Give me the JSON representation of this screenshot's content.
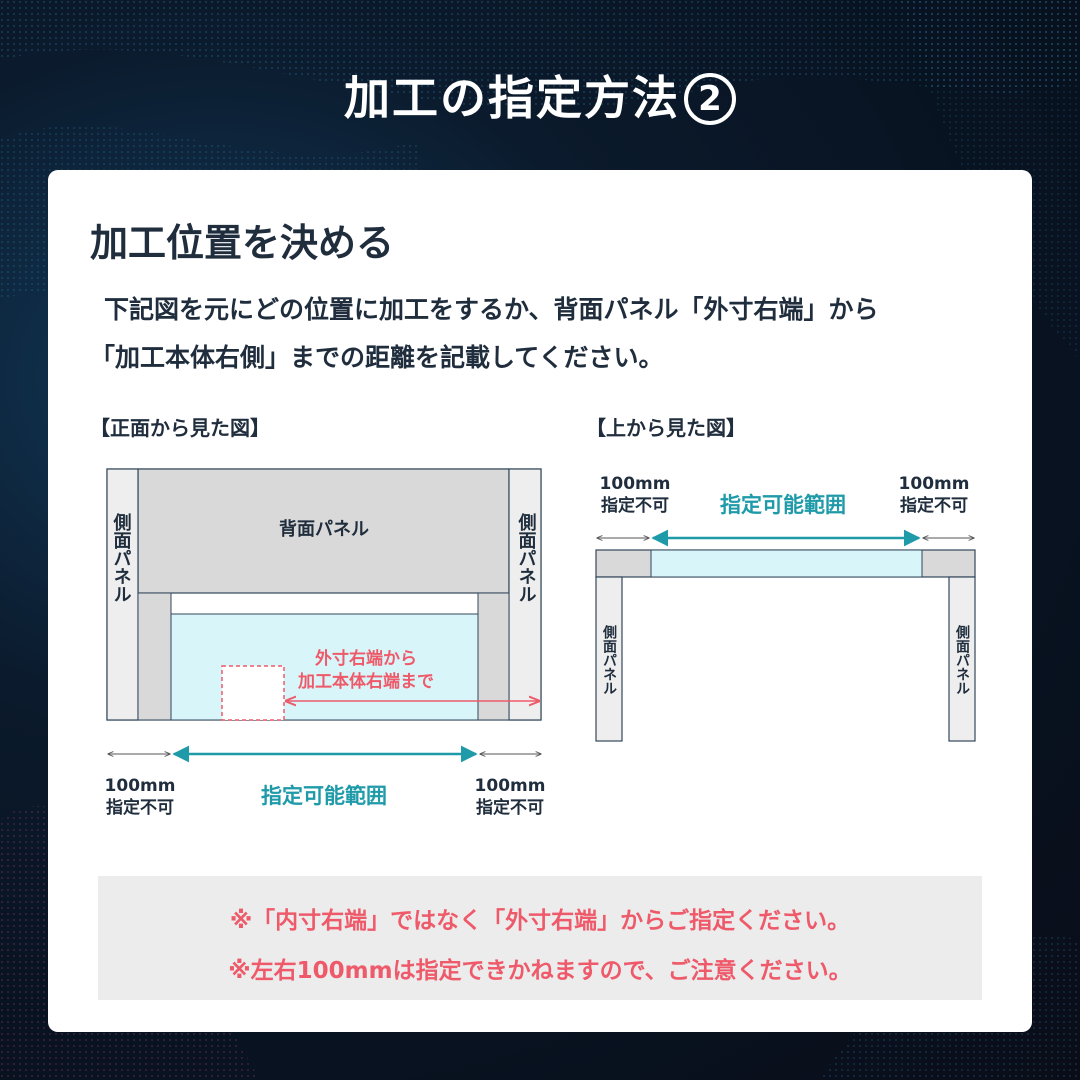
{
  "title": "加工の指定方法",
  "title_number": "2",
  "section_title": "加工位置を決める",
  "description": [
    "下記図を元にどの位置に加工をするか、背面パネル「外寸右端」から",
    "「加工本体右側」までの距離を記載してください。"
  ],
  "front_view": {
    "label": "【正面から見た図】",
    "back_panel": "背面パネル",
    "side_panel": "側面パネル",
    "annotation": [
      "外寸右端から",
      "加工本体右端まで"
    ],
    "left_margin": [
      "100mm",
      "指定不可"
    ],
    "right_margin": [
      "100mm",
      "指定不可"
    ],
    "range_label": "指定可能範囲"
  },
  "top_view": {
    "label": "【上から見た図】",
    "side_panel": "側面パネル",
    "left_margin": [
      "100mm",
      "指定不可"
    ],
    "right_margin": [
      "100mm",
      "指定不可"
    ],
    "range_label": "指定可能範囲"
  },
  "notes": [
    "※「内寸右端」ではなく「外寸右端」からご指定ください。",
    "※左右100mmは指定できかねますので、ご注意ください。"
  ],
  "colors": {
    "accent_teal": "#1e9aa8",
    "accent_red": "#ee5a6a",
    "highlight_fill": "#d8f6fa",
    "panel_gray": "#d9d9d9",
    "text_dark": "#1f2d3d"
  }
}
